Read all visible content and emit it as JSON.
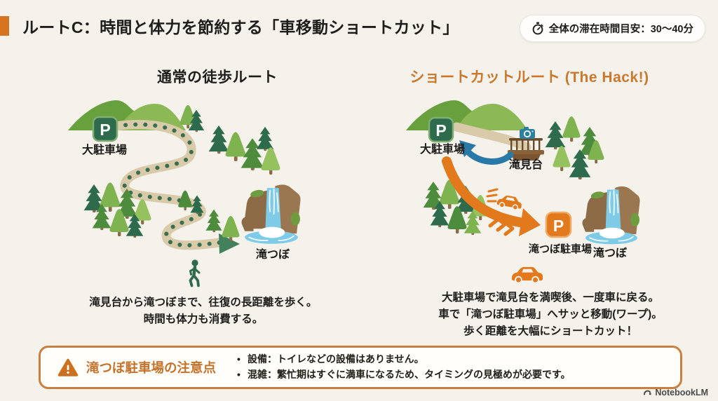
{
  "header": {
    "title": "ルートC：時間と体力を節約する「車移動ショートカット」",
    "time_badge": "全体の滞在時間目安：30〜40分"
  },
  "icons": {
    "parking_letter": "P"
  },
  "left_panel": {
    "heading": "通常の徒歩ルート",
    "labels": {
      "parking": "大駐車場",
      "basin": "滝つぼ"
    },
    "caption_line1": "滝見台から滝つぼまで、往復の長距離を歩く。",
    "caption_line2": "時間も体力も消費する。"
  },
  "right_panel": {
    "heading": "ショートカットルート (The Hack!)",
    "labels": {
      "parking": "大駐車場",
      "viewpoint": "滝見台",
      "basin_parking": "滝つぼ駐車場",
      "basin": "滝つぼ"
    },
    "caption_line1": "大駐車場で滝見台を満喫後、一度車に戻る。",
    "caption_line2": "車で「滝つぼ駐車場」へサッと移動(ワープ)。",
    "caption_line3": "歩く距離を大幅にショートカット！"
  },
  "warning": {
    "title": "滝つぼ駐車場の注意点",
    "bullets": [
      "設備：トイレなどの設備はありません。",
      "混雑：繁忙期はすぐに満車になるため、タイミングの見極めが必要です。"
    ]
  },
  "footer": {
    "brand": "NotebookLM"
  },
  "colors": {
    "accent_orange": "#d8741f",
    "shortcut_orange": "#e2791c",
    "heading_orange": "#c9792e",
    "forest_green": "#2e6b4d",
    "arrow_blue": "#2979a8",
    "background": "#f5f2ec"
  }
}
